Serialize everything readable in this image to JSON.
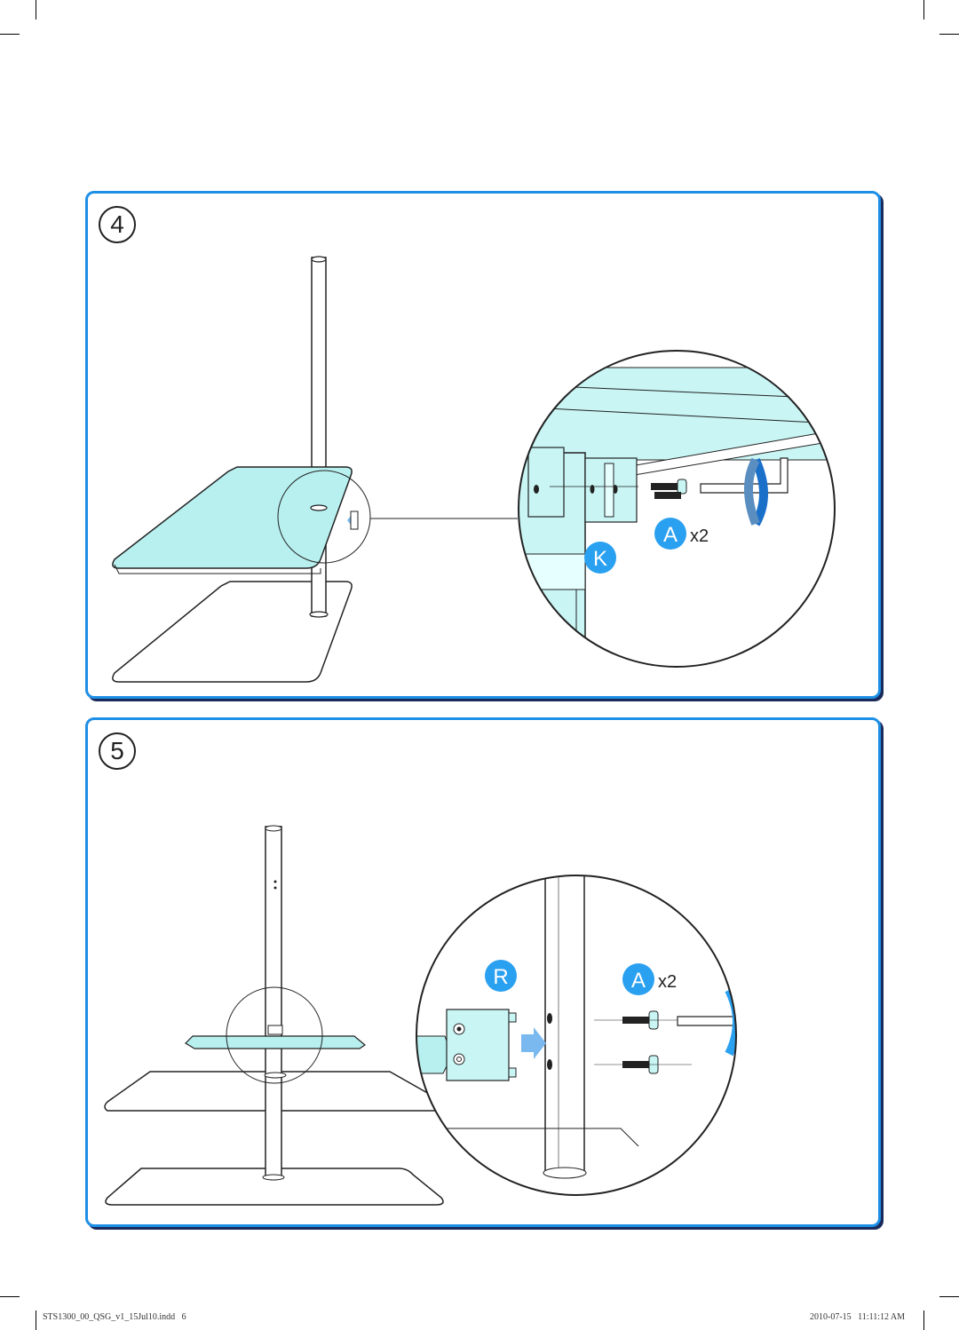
{
  "steps": [
    {
      "number": "4",
      "part_labels": [
        "A",
        "K"
      ],
      "quantity": "x2"
    },
    {
      "number": "5",
      "part_labels": [
        "R",
        "A"
      ],
      "quantity": "x2"
    }
  ],
  "footer": {
    "file": "STS1300_00_QSG_v1_15Jul10.indd   6",
    "timestamp": "2010-07-15   11:11:12 AM"
  },
  "colors": {
    "accent": "#1e8fe6",
    "glass": "#b8f0f0",
    "badge": "#2aa0f0"
  }
}
